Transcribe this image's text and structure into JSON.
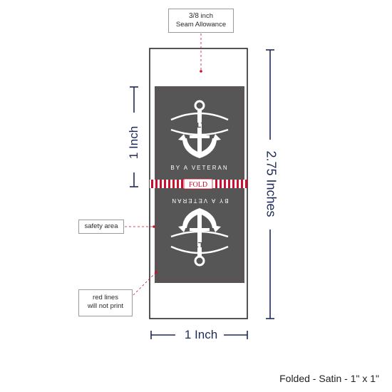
{
  "callouts": {
    "seam_fraction": "3/8",
    "seam_line1": "inch",
    "seam_line2": "Seam Allowance",
    "safety_area": "safety area",
    "red_lines_1": "red lines",
    "red_lines_2": "will not print"
  },
  "dimensions": {
    "width_label": "1 Inch",
    "half_height_label": "1 Inch",
    "full_height_label": "2.75 Inches"
  },
  "label_art": {
    "top_text": "QUILTED",
    "bottom_text": "BY A VETERAN",
    "fold_text": "FOLD"
  },
  "caption": "Folded - Satin - 1\" x 1\"",
  "colors": {
    "navy": "#1e2a55",
    "label_fill": "#565656",
    "red_line": "#c8102e",
    "outline": "#2b2b2b"
  },
  "icons": [
    "anchor-icon"
  ]
}
